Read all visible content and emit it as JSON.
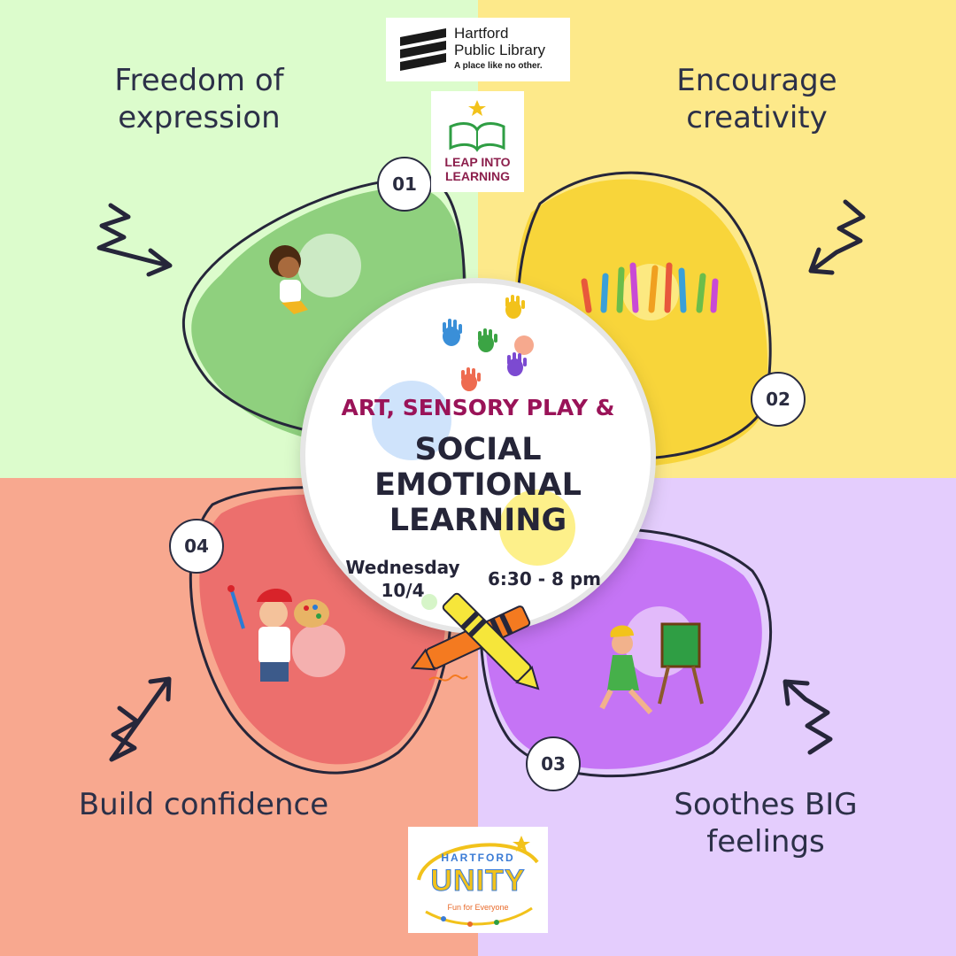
{
  "logos": {
    "library_name": "Hartford\nPublic Library",
    "library_tagline": "A place like no other.",
    "leap_text": "LEAP INTO\nLEARNING",
    "unity_top": "HARTFORD",
    "unity_main": "UNITY",
    "unity_sub": "Fun for Everyone"
  },
  "center": {
    "title_line1": "ART, SENSORY PLAY &",
    "title_line2": "SOCIAL\nEMOTIONAL\nLEARNING",
    "date": "Wednesday\n10/4",
    "time": "6:30 - 8 pm"
  },
  "benefits": [
    {
      "number": "01",
      "caption": "Freedom of\nexpression",
      "color": "#8fd07e"
    },
    {
      "number": "02",
      "caption": "Encourage\ncreativity",
      "color": "#f8d53a"
    },
    {
      "number": "03",
      "caption": "Soothes BIG\nfeelings",
      "color": "#c574f5"
    },
    {
      "number": "04",
      "caption": "Build confidence",
      "color": "#ec6f6d"
    }
  ],
  "colors": {
    "quad_green": "#dcfccc",
    "quad_yellow": "#fde98a",
    "quad_salmon": "#f8a88f",
    "quad_lavender": "#e4cdfd",
    "title_accent": "#9a1358",
    "ink": "#252538"
  }
}
